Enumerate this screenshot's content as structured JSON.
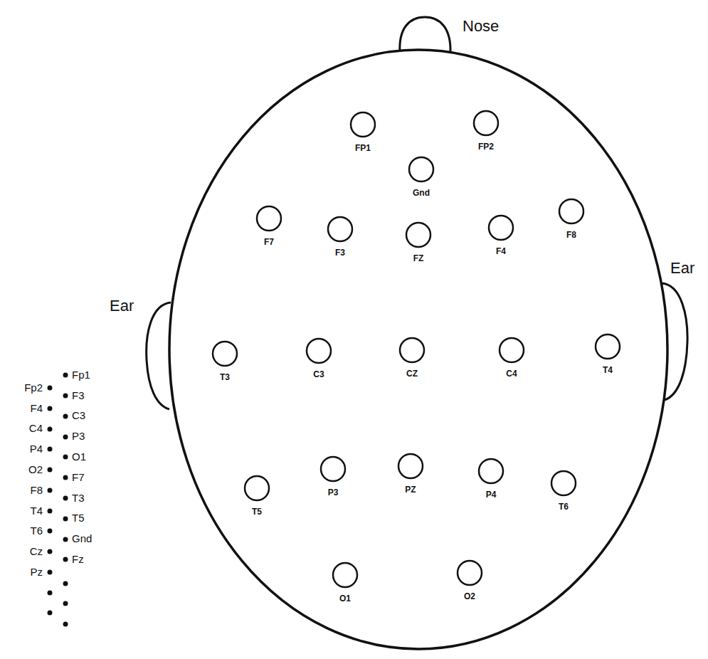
{
  "diagram": {
    "nodes": [
      {
        "text": [
          "FP1"
        ]
      },
      {
        "text": [
          "FP2"
        ]
      },
      {
        "text": [
          "Gnd"
        ]
      },
      {
        "text": [
          "F7"
        ]
      },
      {
        "text": [
          "F3"
        ]
      },
      {
        "text": [
          "FZ"
        ]
      },
      {
        "text": [
          "F4"
        ]
      },
      {
        "text": [
          "F8"
        ]
      },
      {
        "text": [
          "T3"
        ]
      },
      {
        "text": [
          "C3"
        ]
      },
      {
        "text": [
          "CZ"
        ]
      },
      {
        "text": [
          "C4"
        ]
      },
      {
        "text": [
          "T4"
        ]
      },
      {
        "text": [
          "T5"
        ]
      },
      {
        "text": [
          "P3"
        ]
      },
      {
        "text": [
          "PZ"
        ]
      },
      {
        "text": [
          "P4"
        ]
      },
      {
        "text": [
          "T6"
        ]
      },
      {
        "text": [
          "O1"
        ]
      },
      {
        "text": [
          "O2"
        ]
      }
    ],
    "labels": [
      "Nose",
      "Ear",
      "Ear",
      "Fp2",
      "Fp1",
      "F4",
      "F3",
      "C4",
      "C3",
      "P4",
      "P3",
      "O2",
      "O1",
      "F8",
      "F7",
      "T4",
      "T3",
      "T6",
      "T5",
      "Cz",
      "Gnd",
      "Pz",
      "Fz"
    ]
  }
}
